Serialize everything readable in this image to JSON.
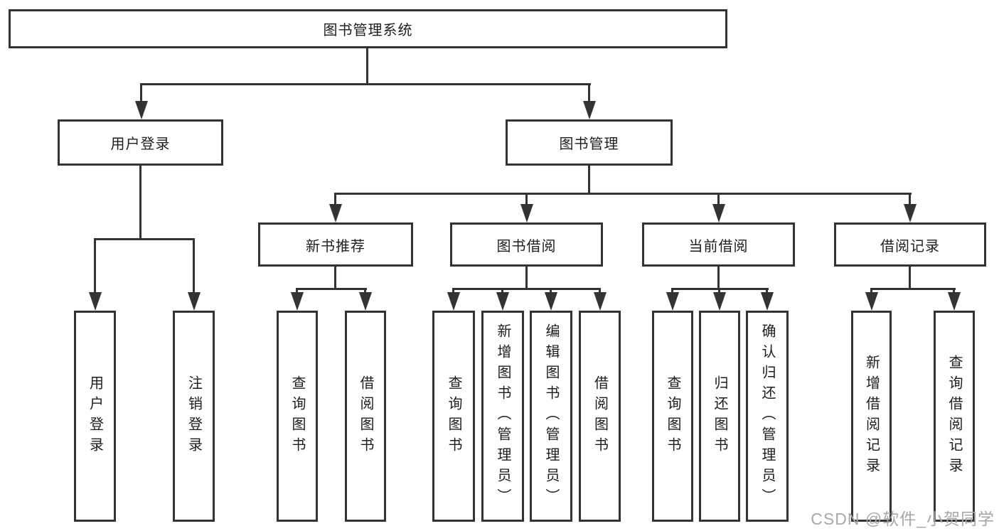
{
  "colors": {
    "line": "#333333",
    "text": "#1d1d1d",
    "background": "#ffffff",
    "watermark": "#a8a8a8"
  },
  "nodes": {
    "root": "图书管理系统",
    "user_login": "用户登录",
    "book_mgmt": "图书管理",
    "new_books": "新书推荐",
    "book_borrowing": "图书借阅",
    "current_borrowing": "当前借阅",
    "borrowing_records": "借阅记录",
    "leaf_user_login": "用户登录",
    "leaf_logout": "注销登录",
    "nb_query_books": "查询图书",
    "nb_borrow_books": "借阅图书",
    "bb_query_books": "查询图书",
    "bb_add_books": "新增图书（管理员）",
    "bb_edit_books": "编辑图书（管理员）",
    "bb_borrow_books": "借阅图书",
    "cb_query_books": "查询图书",
    "cb_return_books": "归还图书",
    "cb_confirm_return": "确认归还（管理员）",
    "br_add_record": "新增借阅记录",
    "br_query_record": "查询借阅记录"
  },
  "watermark": "CSDN @软件_小贺同学"
}
